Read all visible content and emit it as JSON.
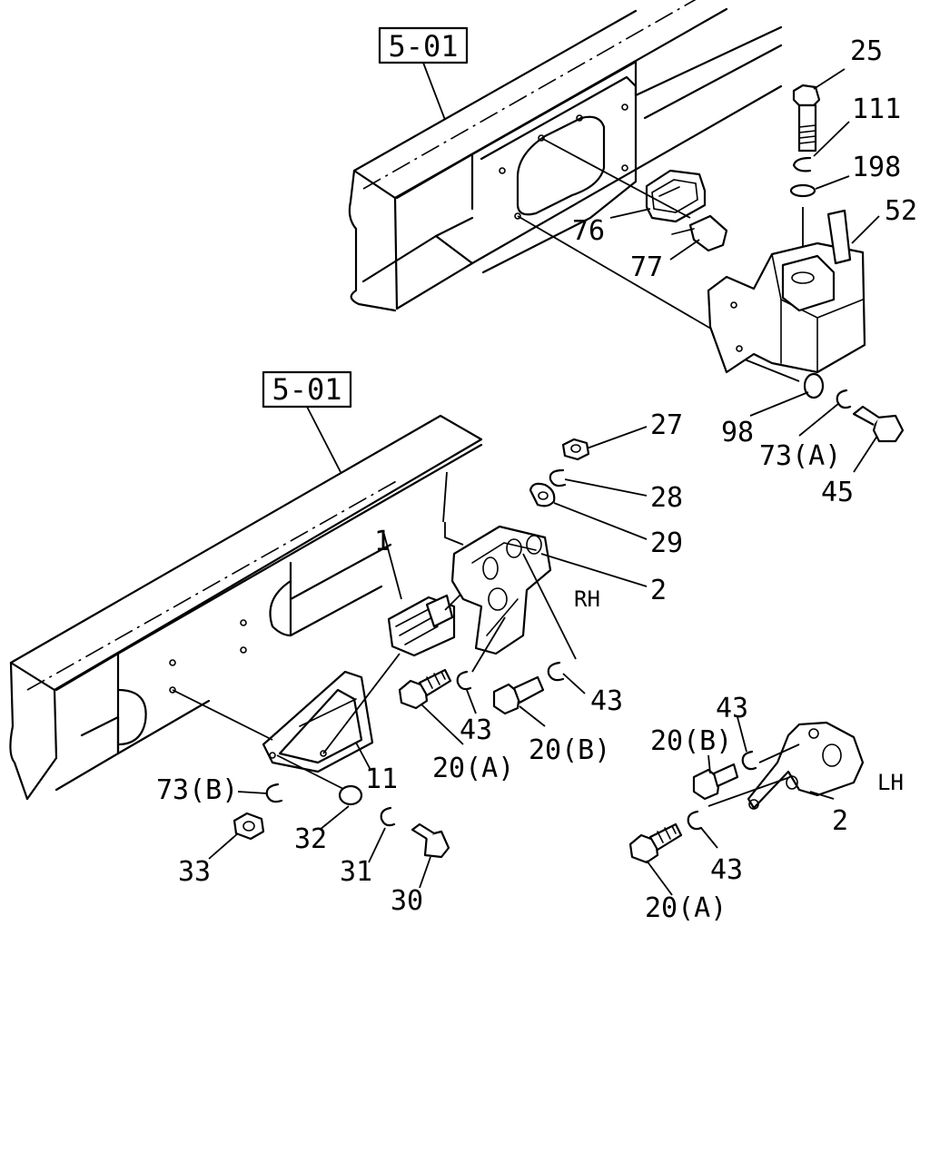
{
  "references": {
    "upper": "5-01",
    "lower": "5-01"
  },
  "sides": {
    "rh": "RH",
    "lh": "LH"
  },
  "callouts": {
    "p25": "25",
    "p111": "111",
    "p198": "198",
    "p52": "52",
    "p76": "76",
    "p77": "77",
    "p98": "98",
    "p73a": "73(A)",
    "p45": "45",
    "p27": "27",
    "p28": "28",
    "p29": "29",
    "p2rh": "2",
    "p1": "1",
    "p20a": "20(A)",
    "p43a": "43",
    "p20b": "20(B)",
    "p43b": "43",
    "p73b": "73(B)",
    "p11": "11",
    "p32": "32",
    "p33": "33",
    "p31": "31",
    "p30": "30",
    "p43c": "43",
    "p20b2": "20(B)",
    "p2lh": "2",
    "p43d": "43",
    "p20a2": "20(A)"
  }
}
